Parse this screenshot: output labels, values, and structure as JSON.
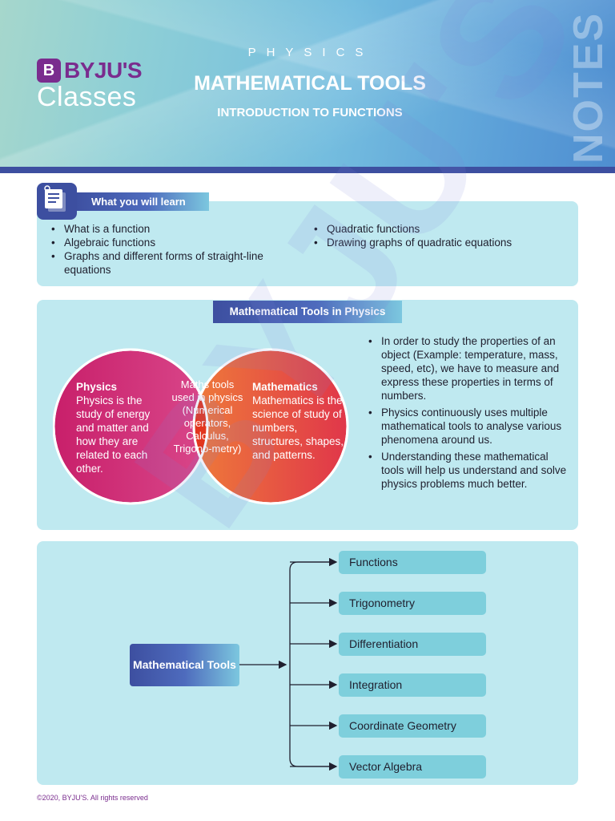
{
  "header": {
    "brand": "BYJU'S",
    "brand_mark": "B",
    "brand_sub": "Classes",
    "kicker": "PHYSICS",
    "title": "MATHEMATICAL TOOLS",
    "subtitle": "INTRODUCTION TO FUNCTIONS",
    "side_label": "NOTES"
  },
  "watermark": "BYJU'S",
  "learn": {
    "tab_label": "What you will learn",
    "icon": "notes-icon",
    "left_items": [
      "What is a function",
      "Algebraic functions",
      "Graphs and different forms of straight-line equations"
    ],
    "right_items": [
      "Quadratic functions",
      "Drawing graphs of quadratic equations"
    ]
  },
  "venn": {
    "tab_label": "Mathematical Tools in Physics",
    "left_heading": "Physics",
    "left_body": "Physics is the study of energy and matter and how they are related to each other.",
    "right_heading": "Mathematics",
    "right_body": "Mathematics is the science of study of numbers, structures, shapes, and patterns.",
    "center_text": "Maths tools used in physics (Numerical operators, Calculus, Trigono-metry)",
    "bullets": [
      "In order to study the properties of an object (Example: temperature, mass, speed, etc), we have to measure and express these properties in terms of numbers.",
      "Physics continuously uses multiple mathematical tools to analyse various phenomena around us.",
      "Understanding these mathematical tools will help us understand and solve physics problems much better."
    ]
  },
  "tree": {
    "root": "Mathematical Tools",
    "leaves": [
      "Functions",
      "Trigonometry",
      "Differentiation",
      "Integration",
      "Coordinate Geometry",
      "Vector Algebra"
    ]
  },
  "footer": "©2020, BYJU'S. All rights reserved",
  "colors": {
    "brand_purple": "#7a2c8e",
    "navy": "#3d4fa0",
    "panel": "#bfe9f0",
    "leaf": "#7ecfdc",
    "physics_circle": "#c8266a",
    "maths_circle": "#e8462e"
  }
}
